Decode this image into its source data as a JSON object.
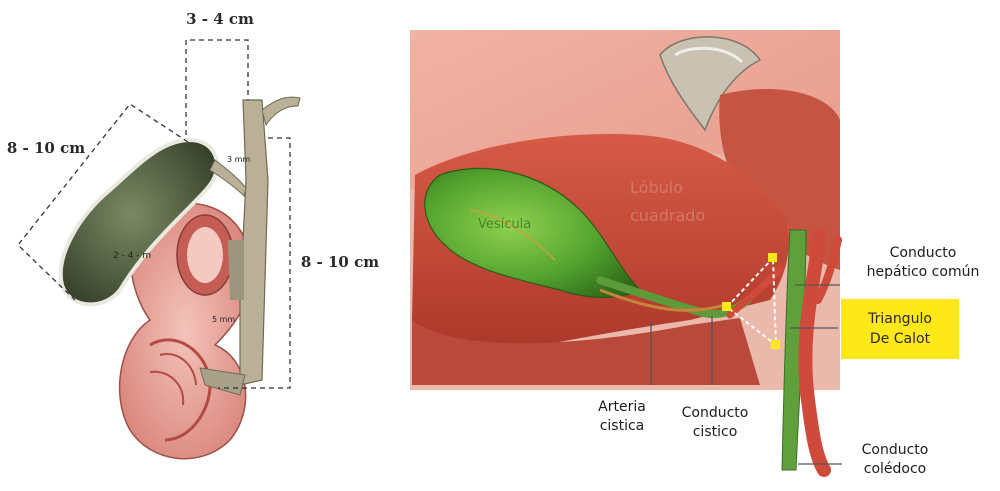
{
  "left_figure": {
    "dim_width": "3 - 4 cm",
    "dim_length": "8 - 10 cm",
    "dim_duct": "8 - 10 cm",
    "inner_label_a": "2 - 4 - m",
    "inner_label_b": "3 mm",
    "inner_label_c": "5 mm"
  },
  "right_figure": {
    "organ_label_gallbladder": "Vesícula",
    "organ_label_liver_1": "Lóbulo",
    "organ_label_liver_2": "cuadrado",
    "conducto_hepatico": [
      "Conducto",
      "hepático común"
    ],
    "triangulo_calot": [
      "Triangulo",
      "De Calot"
    ],
    "arteria_cistica": [
      "Arteria",
      "cistica"
    ],
    "conducto_cistico": [
      "Conducto",
      "cistico"
    ],
    "conducto_coledoco": [
      "Conducto",
      "colédoco"
    ]
  },
  "colors": {
    "calot_highlight": "#ffe81a",
    "gallbladder_green": "#4f9a2c",
    "liver_red": "#c24a3a"
  }
}
